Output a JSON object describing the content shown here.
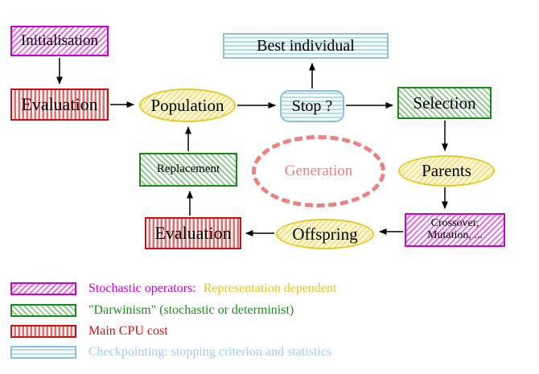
{
  "colors": {
    "magenta": "#cc00cc",
    "green": "#178a17",
    "red": "#cc1111",
    "cyan_border": "#8cc0dc",
    "yellow_border": "#e2cb2a",
    "salmon": "#ef8080",
    "gold_text": "#e9c32a",
    "cyan_text": "#9dcfed"
  },
  "nodes": {
    "initialisation": {
      "label": "Initialisation"
    },
    "evaluation_top": {
      "label": "Evaluation"
    },
    "population": {
      "label": "Population"
    },
    "best_individual": {
      "label": "Best individual"
    },
    "stop": {
      "label": "Stop ?"
    },
    "selection": {
      "label": "Selection"
    },
    "parents": {
      "label": "Parents"
    },
    "crossover": {
      "line1": "Crossover,",
      "line2": "Mutation, ..."
    },
    "offspring": {
      "label": "Offspring"
    },
    "evaluation_bottom": {
      "label": "Evaluation"
    },
    "replacement": {
      "label": "Replacement"
    },
    "generation": {
      "label": "Generation"
    }
  },
  "legend": {
    "stochastic": {
      "label": "Stochastic operators:",
      "suffix": "Representation dependent",
      "pattern": "magenta-diagonal-hatch"
    },
    "darwinism": {
      "label": "\"Darwinism\" (stochastic or determinist)",
      "pattern": "green-diagonal-hatch"
    },
    "cpu": {
      "label": "Main CPU cost",
      "pattern": "red-vertical-stripes"
    },
    "checkpointing": {
      "label": "Checkpointing: stopping criterion and statistics",
      "pattern": "cyan-horizontal-stripes"
    }
  }
}
